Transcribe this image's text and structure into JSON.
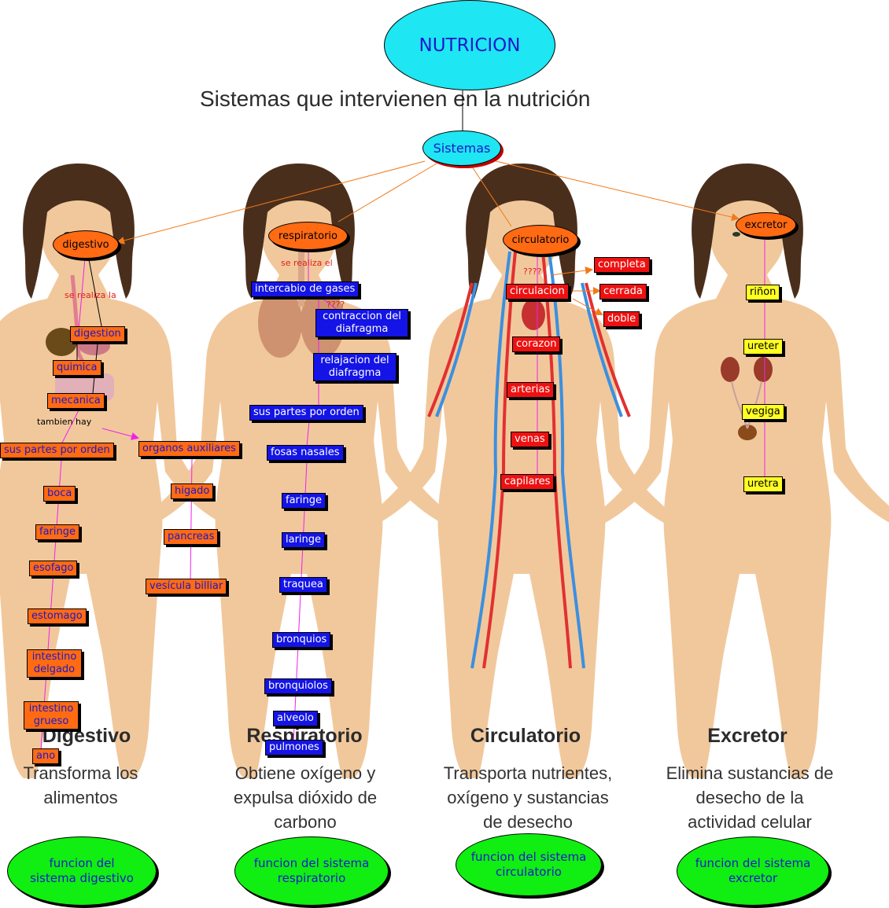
{
  "colors": {
    "root": "#1ee6f2",
    "branch": "#ff6a13",
    "digestive_node": "#ff6a13",
    "respiratory_node": "#1414e6",
    "circulatory_node": "#ee1111",
    "excretory_node": "#ffff22",
    "function_node": "#11ee11",
    "body_skin": "#f1c89c",
    "hair": "#4a2e1c"
  },
  "root": {
    "label": "NUTRICION"
  },
  "picture": {
    "title": "Sistemas que intervienen en la nutrición",
    "systems": [
      {
        "name": "Digestivo",
        "desc": [
          "Transforma los",
          "alimentos"
        ]
      },
      {
        "name": "Respiratorio",
        "desc": [
          "Obtiene oxígeno y",
          "expulsa dióxido de",
          "carbono"
        ]
      },
      {
        "name": "Circulatorio",
        "desc": [
          "Transporta nutrientes,",
          "oxígeno y sustancias",
          "de desecho"
        ]
      },
      {
        "name": "Excretor",
        "desc": [
          "Elimina sustancias de",
          "desecho de la",
          "actividad celular"
        ]
      }
    ]
  },
  "hub": {
    "label": "Sistemas"
  },
  "branches": {
    "digestivo": "digestivo",
    "respiratorio": "respiratorio",
    "circulatorio": "circulatorio",
    "excretor": "excretor"
  },
  "link_labels": {
    "dig_se_realiza": "se realiza la",
    "dig_tambien": "tambien hay",
    "resp_se_realiza": "se realiza el",
    "resp_q": "????",
    "circ_q": "????"
  },
  "digestive": {
    "process": [
      "digestion",
      "quimica",
      "mecanica"
    ],
    "parts_header": "sus partes por orden",
    "parts": [
      "boca",
      "faringe",
      "esofago",
      "estomago",
      "intestino delgado",
      "intestino grueso",
      "ano"
    ],
    "aux_header": "organos auxiliares",
    "aux": [
      "higado",
      "pancreas",
      "vesícula billiar"
    ]
  },
  "respiratory": {
    "process": "intercabio de gases",
    "steps": [
      "contraccion del diafragma",
      "relajacion del diafragma"
    ],
    "parts_header": "sus partes por orden",
    "parts": [
      "fosas nasales",
      "faringe",
      "laringe",
      "traquea",
      "bronquios",
      "bronquiolos",
      "alveolo",
      "pulmones"
    ]
  },
  "circulatory": {
    "circ": "circulacion",
    "types": [
      "completa",
      "cerrada",
      "doble"
    ],
    "parts": [
      "corazon",
      "arterias",
      "venas",
      "capilares"
    ]
  },
  "excretory": {
    "parts": [
      "riñon",
      "ureter",
      "vegiga",
      "uretra"
    ]
  },
  "functions": [
    "funcion del sistema digestivo",
    "funcion del sistema respiratorio",
    "funcion del sistema circulatorio",
    "funcion del sistema excretor"
  ]
}
